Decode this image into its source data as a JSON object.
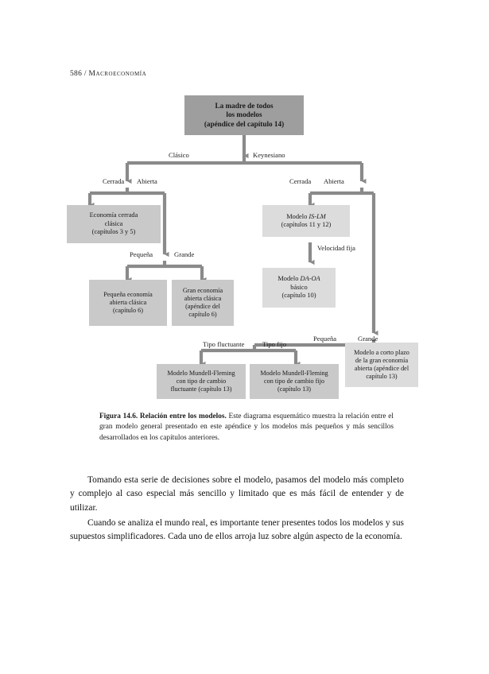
{
  "running_head": {
    "folio": "586",
    "separator": "/",
    "title": "Macroeconomía"
  },
  "figure": {
    "nodes": {
      "root": "La madre de todos los modelos (apéndice del capítulo 14)",
      "root_line1": "La madre de todos",
      "root_line2": "los modelos",
      "root_line3": "(apéndice del capítulo 14)",
      "closed_classical_l1": "Economía cerrada",
      "closed_classical_l2": "clásica",
      "closed_classical_l3": "(capítulos 3 y 5)",
      "small_open_classical_l1": "Pequeña economía",
      "small_open_classical_l2": "abierta clásica",
      "small_open_classical_l3": "(capítulo 6)",
      "large_open_classical_l1": "Gran economía",
      "large_open_classical_l2": "abierta clásica",
      "large_open_classical_l3": "(apéndice del",
      "large_open_classical_l4": "capítulo 6)",
      "islm_l1_pre": "Modelo ",
      "islm_l1_em": "IS-LM",
      "islm_l2": "(capítulos 11 y 12)",
      "adas_l1_pre": "Modelo ",
      "adas_l1_em": "DA-OA",
      "adas_l2": "básico",
      "adas_l3": "(capítulo 10)",
      "mf_float_l1": "Modelo Mundell-Fleming",
      "mf_float_l2": "con tipo de cambio",
      "mf_float_l3": "fluctuante (capítulo 13)",
      "mf_fixed_l1": "Modelo Mundell-Fleming",
      "mf_fixed_l2": "con tipo de cambio fijo",
      "mf_fixed_l3": "(capítulo 13)",
      "large_open_short_l1": "Modelo a corto plazo",
      "large_open_short_l2": "de la gran economía",
      "large_open_short_l3": "abierta (apéndice del",
      "large_open_short_l4": "capítulo 13)"
    },
    "branch_labels": {
      "classical": "Clásico",
      "keynesian": "Keynesiano",
      "closed_left": "Cerrada",
      "open_left": "Abierta",
      "small_left": "Pequeña",
      "large_left": "Grande",
      "closed_right": "Cerrada",
      "open_right": "Abierta",
      "fixed_velocity": "Velocidad fija",
      "small_right": "Pequeña",
      "large_right": "Grande",
      "floating_rate": "Tipo fluctuante",
      "fixed_rate": "Tipo fijo"
    },
    "colors": {
      "node_fill": "#c9c9c9",
      "node_fill_light": "#dcdcdc",
      "root_fill": "#9e9e9e",
      "connector": "#8a8a8a"
    }
  },
  "caption": {
    "label": "Figura 14.6. Relación entre los modelos.",
    "text": " Este diagrama esquemático muestra la relación entre el gran modelo general presentado en este apéndice y los modelos más pequeños y más sencillos desarrollados en los capítulos anteriores."
  },
  "body": {
    "paragraphs": [
      "Tomando esta serie de decisiones sobre el modelo, pasamos del modelo más completo y complejo al caso especial más sencillo y limitado que es más fácil de entender y de utilizar.",
      "Cuando se analiza el mundo real, es importante tener presentes todos los modelos y sus supuestos simplificadores. Cada uno de ellos arroja luz sobre algún aspecto de la economía."
    ]
  }
}
